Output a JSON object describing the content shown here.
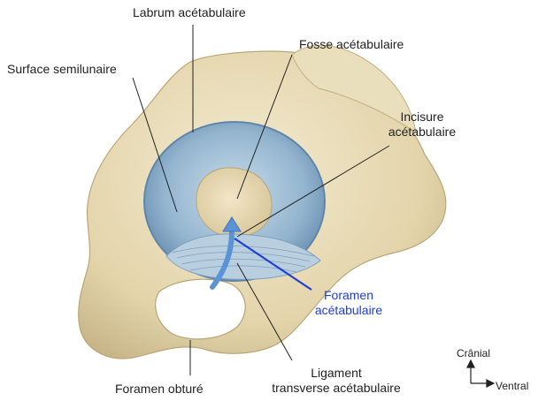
{
  "labels": {
    "labrum": "Labrum acétabulaire",
    "fosse": "Fosse acétabulaire",
    "surface": "Surface semilunaire",
    "incisure_l1": "Incisure",
    "incisure_l2": "acétabulaire",
    "foramen_acet_l1": "Foramen",
    "foramen_acet_l2": "acétabulaire",
    "ligament_l1": "Ligament",
    "ligament_l2": "transverse acétabulaire",
    "foramen_obture": "Foramen obturé"
  },
  "orientation": {
    "up": "Crânial",
    "right": "Ventral"
  },
  "colors": {
    "bone": "#e8dcb8",
    "bone_shadow": "#c9b98c",
    "cartilage": "#9fbdd4",
    "cartilage_dark": "#6e93b3",
    "ligament": "#b9cfe0",
    "highlight_blue": "#1f3fd6",
    "arrow_blue": "#5b94d6"
  }
}
